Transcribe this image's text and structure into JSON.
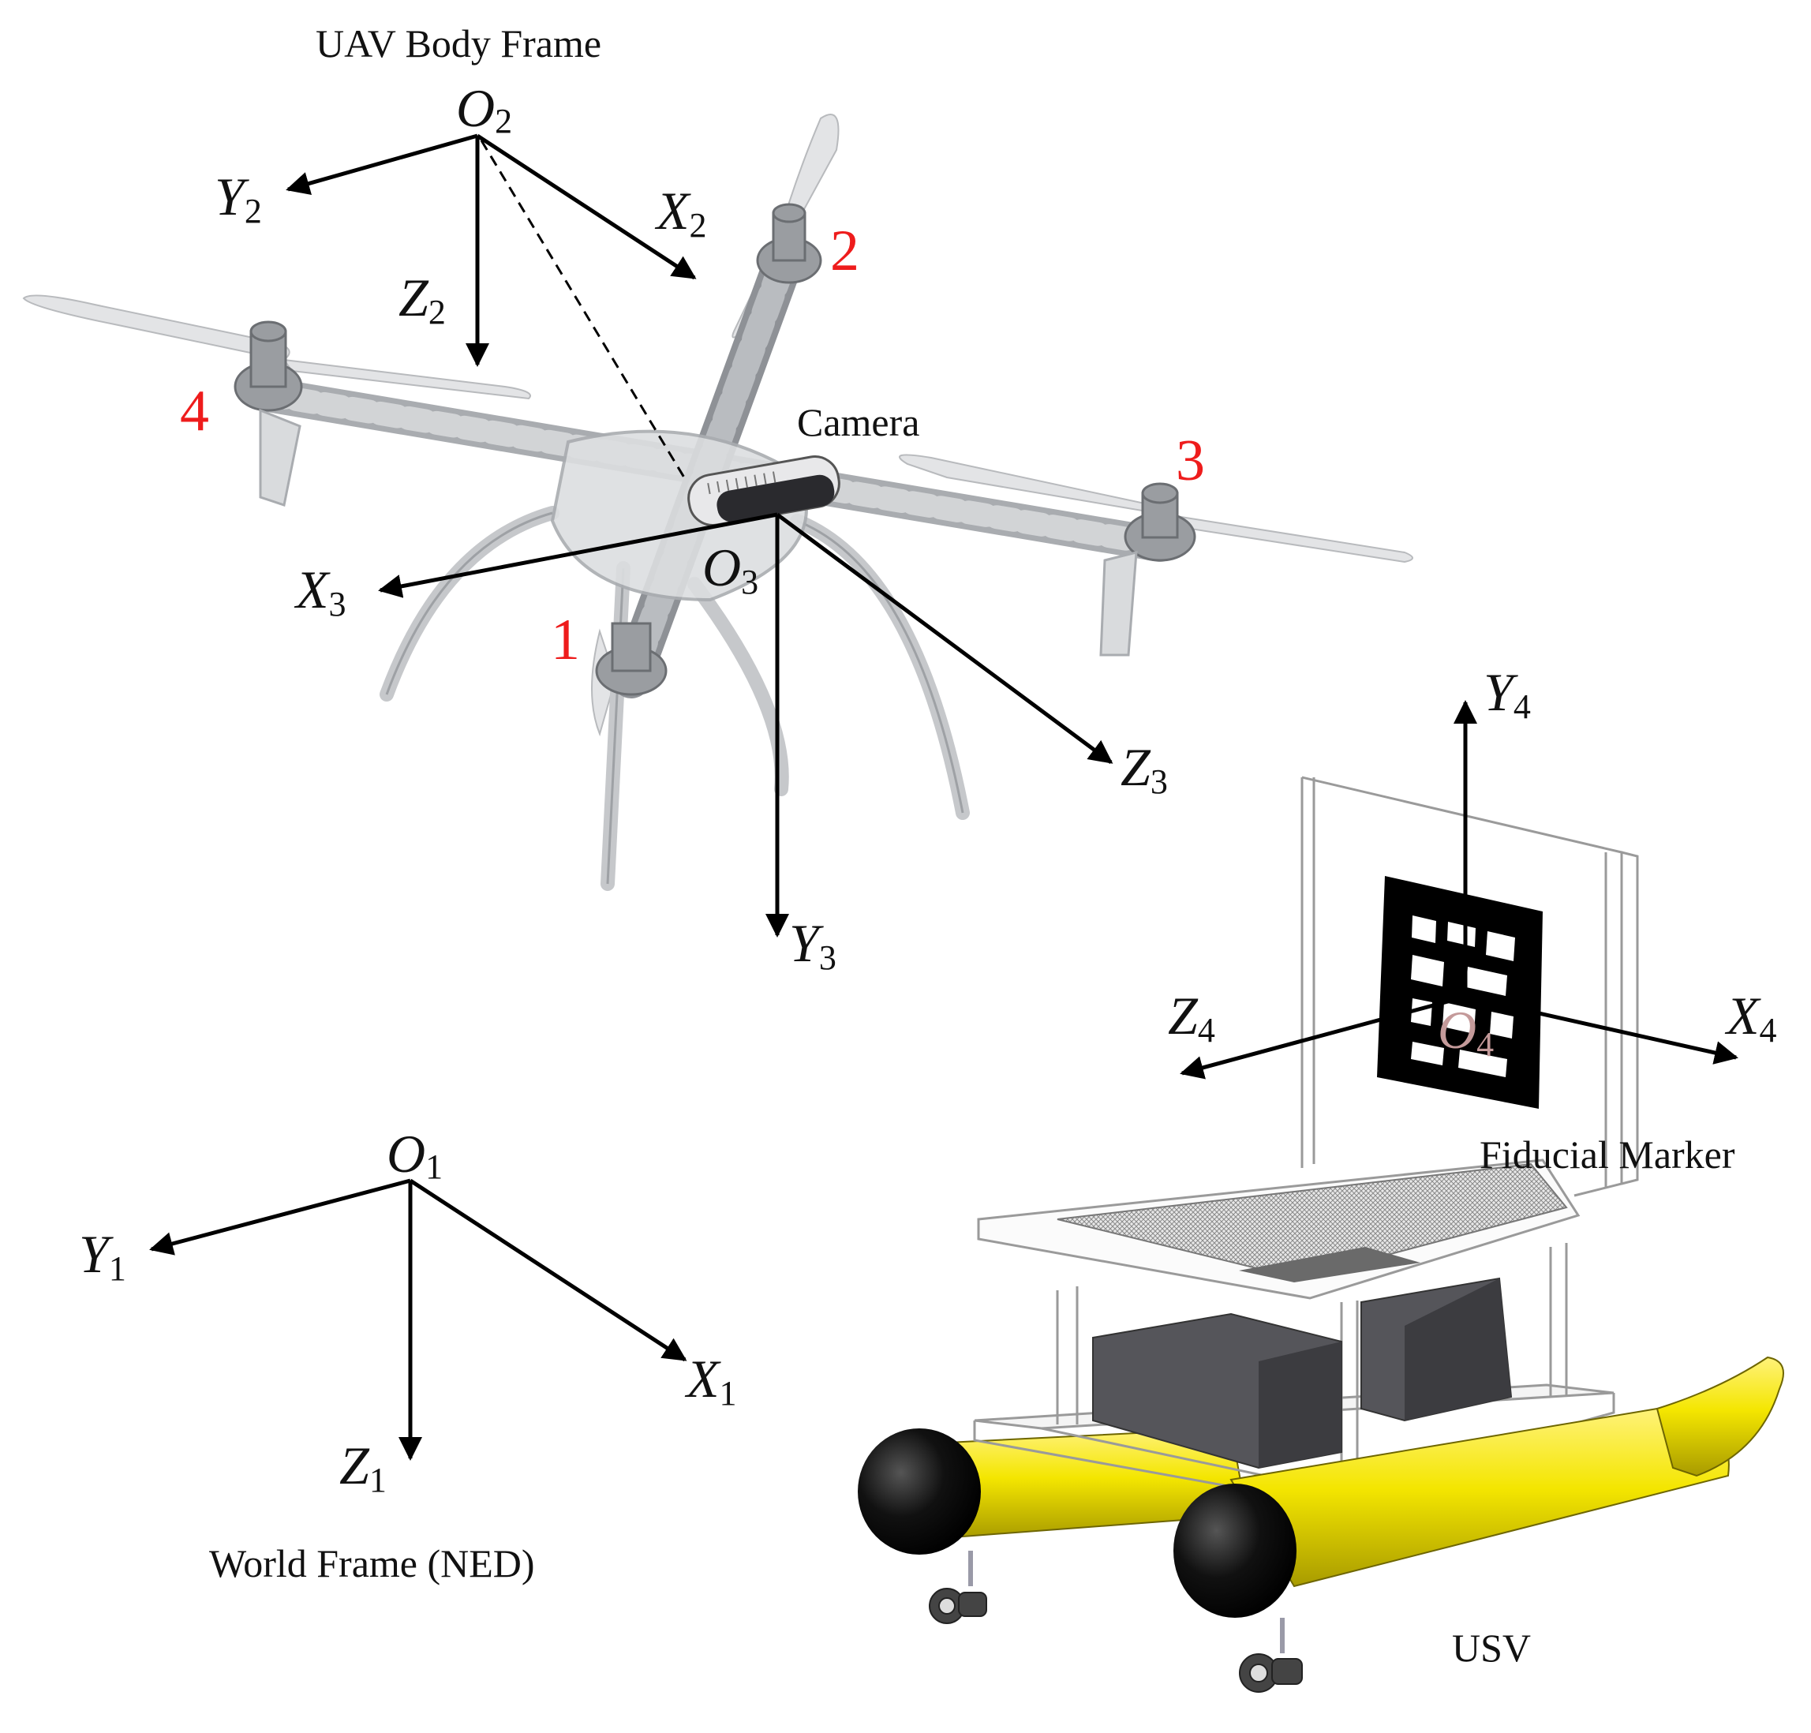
{
  "captions": {
    "uav_body_frame": "UAV Body Frame",
    "camera": "Camera",
    "fiducial_marker": "Fiducial Marker",
    "world_frame": "World Frame (NED)",
    "usv": "USV"
  },
  "frames": {
    "body": {
      "origin": "O",
      "origin_sub": "2",
      "x": "X",
      "x_sub": "2",
      "y": "Y",
      "y_sub": "2",
      "z": "Z",
      "z_sub": "2"
    },
    "camera": {
      "origin": "O",
      "origin_sub": "3",
      "x": "X",
      "x_sub": "3",
      "y": "Y",
      "y_sub": "3",
      "z": "Z",
      "z_sub": "3"
    },
    "marker": {
      "origin": "O",
      "origin_sub": "4",
      "x": "X",
      "x_sub": "4",
      "y": "Y",
      "y_sub": "4",
      "z": "Z",
      "z_sub": "4"
    },
    "world": {
      "origin": "O",
      "origin_sub": "1",
      "x": "X",
      "x_sub": "1",
      "y": "Y",
      "y_sub": "1",
      "z": "Z",
      "z_sub": "1"
    }
  },
  "rotors": [
    "1",
    "2",
    "3",
    "4"
  ],
  "colors": {
    "rotor_number": "#ee1c1c",
    "pontoon": "#f4e600",
    "pontoon_cap": "#000000",
    "battery_box": "#55555a",
    "drone_frame": "#b9bcc0",
    "marker_origin": "#c49a9a"
  }
}
